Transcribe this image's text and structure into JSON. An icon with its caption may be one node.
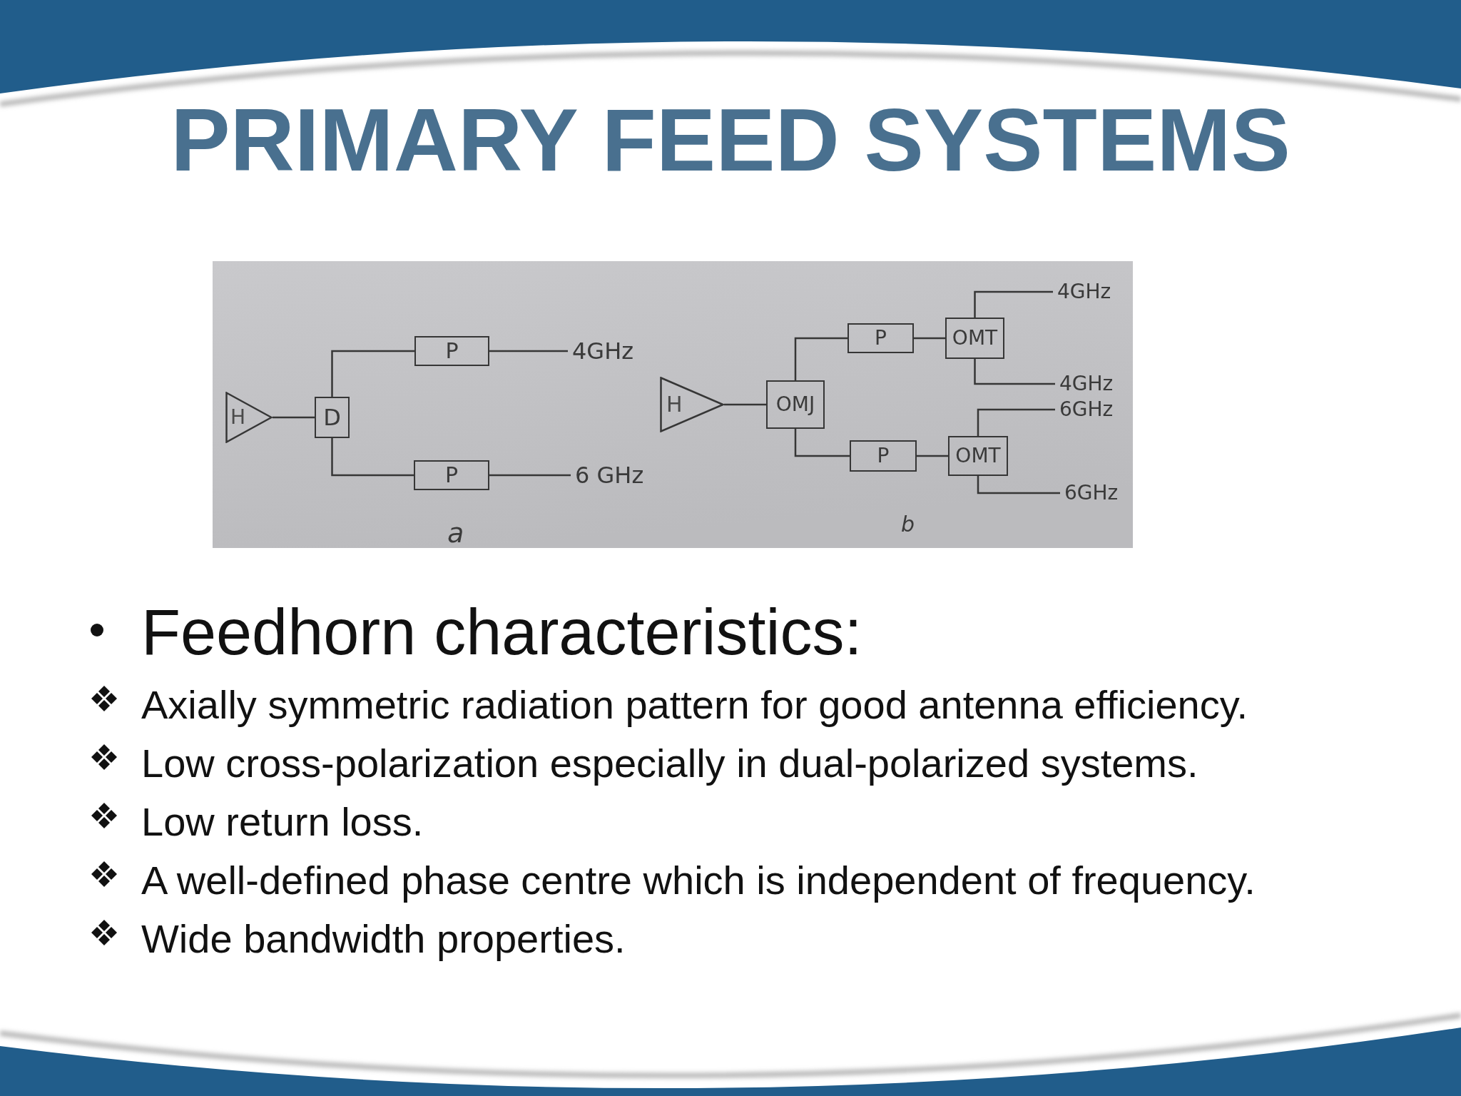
{
  "diagram": {
    "title": "PRIMARY FEED SYSTEMS",
    "nodes": [
      {
        "text": [
          "H"
        ]
      },
      {
        "text": [
          "D"
        ]
      },
      {
        "text": [
          "P"
        ]
      },
      {
        "text": [
          "P"
        ]
      },
      {
        "text": [
          "4GHz"
        ]
      },
      {
        "text": [
          "6 GHz"
        ]
      },
      {
        "text": [
          "H"
        ]
      },
      {
        "text": [
          "OMJ"
        ]
      },
      {
        "text": [
          "P"
        ]
      },
      {
        "text": [
          "P"
        ]
      },
      {
        "text": [
          "OMT"
        ]
      },
      {
        "text": [
          "OMT"
        ]
      },
      {
        "text": [
          "4GHz"
        ]
      },
      {
        "text": [
          "4GHz"
        ]
      },
      {
        "text": [
          "6GHz"
        ]
      },
      {
        "text": [
          "6GHz"
        ]
      }
    ],
    "edges": [
      {
        "from": 0,
        "to": 1,
        "arrow": "none"
      },
      {
        "from": 1,
        "to": 2,
        "arrow": "none"
      },
      {
        "from": 1,
        "to": 3,
        "arrow": "none"
      },
      {
        "from": 2,
        "to": 4,
        "arrow": "none"
      },
      {
        "from": 3,
        "to": 5,
        "arrow": "none"
      },
      {
        "from": 6,
        "to": 7,
        "arrow": "none"
      },
      {
        "from": 7,
        "to": 8,
        "arrow": "none"
      },
      {
        "from": 7,
        "to": 9,
        "arrow": "none"
      },
      {
        "from": 8,
        "to": 10,
        "arrow": "none"
      },
      {
        "from": 9,
        "to": 11,
        "arrow": "none"
      },
      {
        "from": 10,
        "to": 12,
        "arrow": "none"
      },
      {
        "from": 10,
        "to": 13,
        "arrow": "none"
      },
      {
        "from": 11,
        "to": 14,
        "arrow": "none"
      },
      {
        "from": 11,
        "to": 15,
        "arrow": "none"
      }
    ],
    "labels": [
      "a",
      "b",
      "Feedhorn characteristics:",
      "Axially symmetric radiation pattern for good antenna efficiency.",
      "Low cross-polarization especially in dual-polarized systems.",
      "Low return loss.",
      "A well-defined phase centre which is independent of frequency.",
      "Wide bandwidth properties."
    ]
  }
}
